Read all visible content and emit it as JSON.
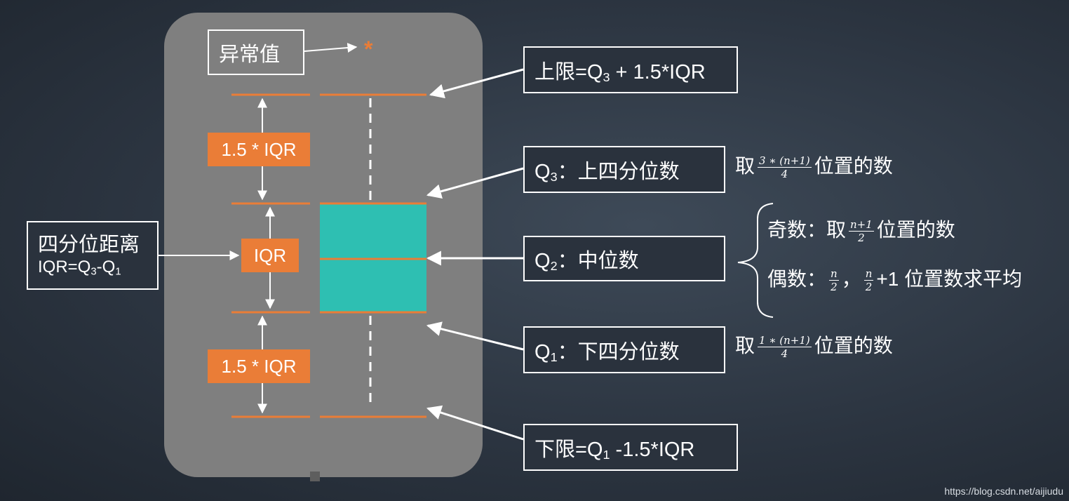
{
  "outlier": {
    "label": "异常值",
    "symbol": "*"
  },
  "labels": {
    "iqr_top": "1.5 * IQR",
    "iqr_mid": "IQR",
    "iqr_bottom": "1.5 * IQR"
  },
  "iqr_box": {
    "line1": "四分位距离",
    "line2_prefix": "IQR=Q",
    "sub3": "3",
    "dash": "-Q",
    "sub1": "1"
  },
  "upper_limit": {
    "prefix": "上限=Q",
    "sub": "3",
    "suffix": " + 1.5*IQR"
  },
  "q3": {
    "prefix": "Q",
    "sub": "3",
    "suffix": "：上四分位数"
  },
  "q2": {
    "prefix": "Q",
    "sub": "2",
    "suffix": "：中位数"
  },
  "q1": {
    "prefix": "Q",
    "sub": "1",
    "suffix": "：下四分位数"
  },
  "lower_limit": {
    "prefix": "下限=Q",
    "sub": "1",
    "suffix": " -1.5*IQR"
  },
  "q3_rule": {
    "take": "取",
    "num": "3 ∗ (n+1)",
    "den": "4",
    "after": "位置的数"
  },
  "q1_rule": {
    "take": "取",
    "num": "1 ∗ (n+1)",
    "den": "4",
    "after": "位置的数"
  },
  "odd_rule": {
    "prefix": "奇数：取",
    "num": "n+1",
    "den": "2",
    "after": "位置的数"
  },
  "even_rule": {
    "prefix": "偶数：",
    "num_a": "n",
    "den_a": "2",
    "sep": "，",
    "num_b": "n",
    "den_b": "2",
    "after": "+1 位置数求平均"
  },
  "watermark": "https://blog.csdn.net/aijiudu",
  "colors": {
    "panel": "#7f7f7f",
    "orange": "#ea7d37",
    "teal": "#2ebfb2",
    "white": "#ffffff"
  }
}
